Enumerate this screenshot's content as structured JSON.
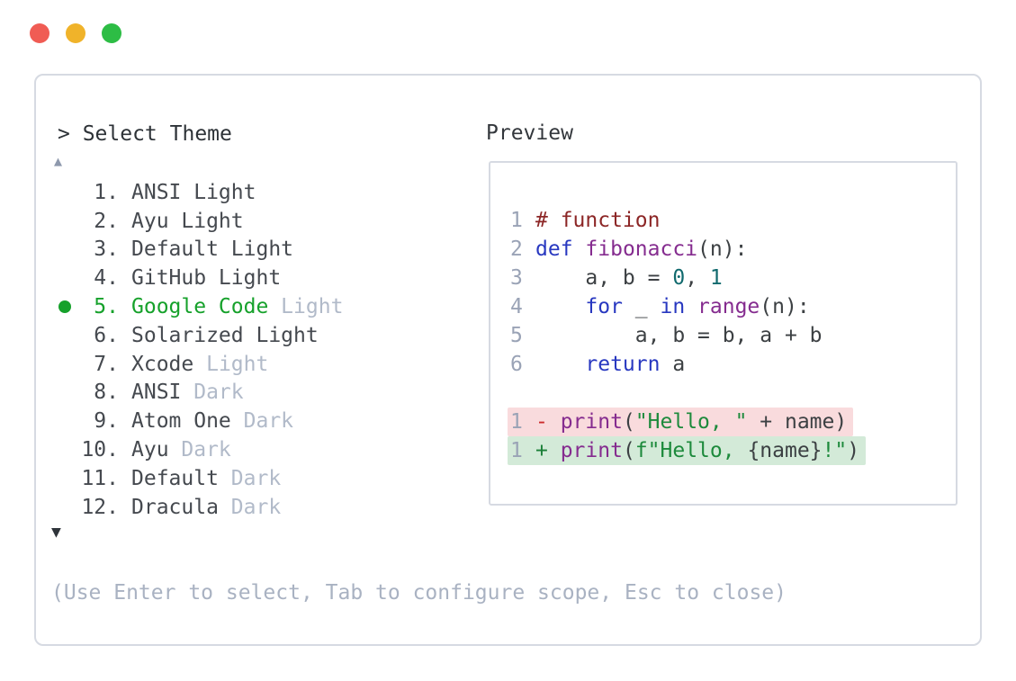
{
  "window": {
    "controls": [
      {
        "name": "close",
        "color": "#f05c54"
      },
      {
        "name": "minimize",
        "color": "#f0b32a"
      },
      {
        "name": "zoom",
        "color": "#2dbd45"
      }
    ]
  },
  "panel": {
    "prompt": "> Select Theme",
    "scroll_up_icon": "▲",
    "scroll_down_icon": "▼",
    "footer_hint": "(Use Enter to select, Tab to configure scope, Esc to close)",
    "themes": [
      {
        "number": "1.",
        "name": "ANSI Light",
        "suffix": "",
        "selected": false
      },
      {
        "number": "2.",
        "name": "Ayu Light",
        "suffix": "",
        "selected": false
      },
      {
        "number": "3.",
        "name": "Default Light",
        "suffix": "",
        "selected": false
      },
      {
        "number": "4.",
        "name": "GitHub Light",
        "suffix": "",
        "selected": false
      },
      {
        "number": "5.",
        "name": "Google Code",
        "suffix": "Light",
        "selected": true
      },
      {
        "number": "6.",
        "name": "Solarized Light",
        "suffix": "",
        "selected": false
      },
      {
        "number": "7.",
        "name": "Xcode",
        "suffix": "Light",
        "selected": false
      },
      {
        "number": "8.",
        "name": "ANSI",
        "suffix": "Dark",
        "selected": false
      },
      {
        "number": "9.",
        "name": "Atom One",
        "suffix": "Dark",
        "selected": false
      },
      {
        "number": "10.",
        "name": "Ayu",
        "suffix": "Dark",
        "selected": false
      },
      {
        "number": "11.",
        "name": "Default",
        "suffix": "Dark",
        "selected": false
      },
      {
        "number": "12.",
        "name": "Dracula",
        "suffix": "Dark",
        "selected": false
      }
    ]
  },
  "preview": {
    "label": "Preview",
    "code_lines": [
      {
        "num": "1",
        "tokens": [
          [
            "c",
            "# function"
          ]
        ]
      },
      {
        "num": "2",
        "tokens": [
          [
            "k",
            "def"
          ],
          [
            "p",
            " "
          ],
          [
            "f",
            "fibonacci"
          ],
          [
            "p",
            "(n):"
          ]
        ]
      },
      {
        "num": "3",
        "tokens": [
          [
            "p",
            "    a, b = "
          ],
          [
            "n",
            "0"
          ],
          [
            "p",
            ", "
          ],
          [
            "n",
            "1"
          ]
        ]
      },
      {
        "num": "4",
        "tokens": [
          [
            "p",
            "    "
          ],
          [
            "k",
            "for"
          ],
          [
            "p",
            " _ "
          ],
          [
            "k",
            "in"
          ],
          [
            "p",
            " "
          ],
          [
            "f",
            "range"
          ],
          [
            "p",
            "(n):"
          ]
        ]
      },
      {
        "num": "5",
        "tokens": [
          [
            "p",
            "        a, b = b, a + b"
          ]
        ]
      },
      {
        "num": "6",
        "tokens": [
          [
            "p",
            "    "
          ],
          [
            "k",
            "return"
          ],
          [
            "p",
            " a"
          ]
        ]
      }
    ],
    "diff_lines": [
      {
        "num": "1",
        "sign": "-",
        "kind": "removed",
        "tokens": [
          [
            "f",
            "print"
          ],
          [
            "p",
            "("
          ],
          [
            "s",
            "\"Hello, \""
          ],
          [
            "p",
            " + name)"
          ]
        ]
      },
      {
        "num": "1",
        "sign": "+",
        "kind": "added",
        "tokens": [
          [
            "f",
            "print"
          ],
          [
            "p",
            "("
          ],
          [
            "s",
            "f\"Hello, "
          ],
          [
            "p",
            "{name}"
          ],
          [
            "s",
            "!\""
          ],
          [
            "p",
            ")"
          ]
        ]
      }
    ]
  },
  "colors": {
    "accent_green": "#16a12b",
    "list_text": "#45494f",
    "list_muted": "#b1bac9",
    "line_number": "#9aa3b6",
    "tokens": {
      "c": "#8c2626",
      "k": "#2838c0",
      "f": "#852c8f",
      "n": "#116a6e",
      "s": "#1d8a3c",
      "p": "#3c4043"
    },
    "removed_bg": "#f9dbdd",
    "added_bg": "#d3ead8",
    "removed_sign": "#cb2a2a",
    "added_sign": "#1a7f37"
  }
}
